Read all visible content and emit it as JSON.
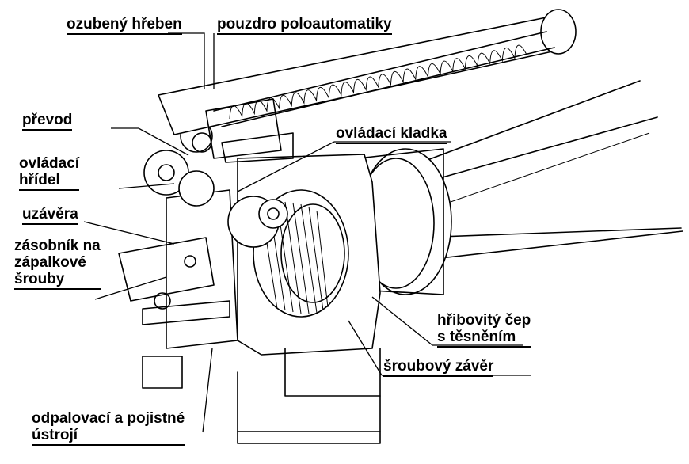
{
  "labels": {
    "rack": "ozubený hřeben",
    "semiauto_housing": "pouzdro poloautomatiky",
    "gear": "převod",
    "control_roller": "ovládací kladka",
    "control_shaft_line1": "ovládací",
    "control_shaft_line2": "hřídel",
    "lock": "uzávěra",
    "magazine_line1": "zásobník na",
    "magazine_line2": "zápalkové",
    "magazine_line3": "šrouby",
    "mushroom_line1": "hřibovitý čep",
    "mushroom_line2": "s těsněním",
    "screw_breech": "šroubový závěr",
    "firing_line1": "odpalovací a pojistné",
    "firing_line2": "ústrojí"
  }
}
